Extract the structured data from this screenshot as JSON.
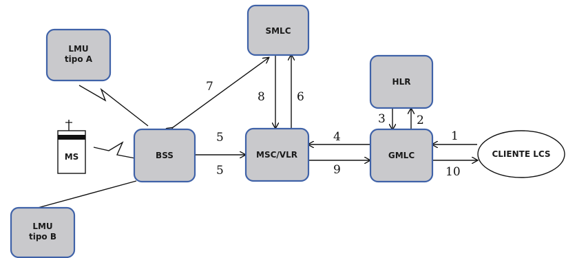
{
  "nodes": {
    "smlc": "SMLC",
    "lmu_a_line1": "LMU",
    "lmu_a_line2": "tipo A",
    "hlr": "HLR",
    "ms": "MS",
    "bss": "BSS",
    "msc_vlr": "MSC/VLR",
    "gmlc": "GMLC",
    "cliente_lcs": "CLIENTE LCS",
    "lmu_b_line1": "LMU",
    "lmu_b_line2": "tipo B"
  },
  "edge_labels": {
    "e1": "1",
    "e2": "2",
    "e3": "3",
    "e4": "4",
    "e5_top": "5",
    "e5_bottom": "5",
    "e6": "6",
    "e7": "7",
    "e8": "8",
    "e9": "9",
    "e10": "10"
  },
  "colors": {
    "box_fill": "#c9c9cc",
    "box_border": "#3f62a8"
  }
}
